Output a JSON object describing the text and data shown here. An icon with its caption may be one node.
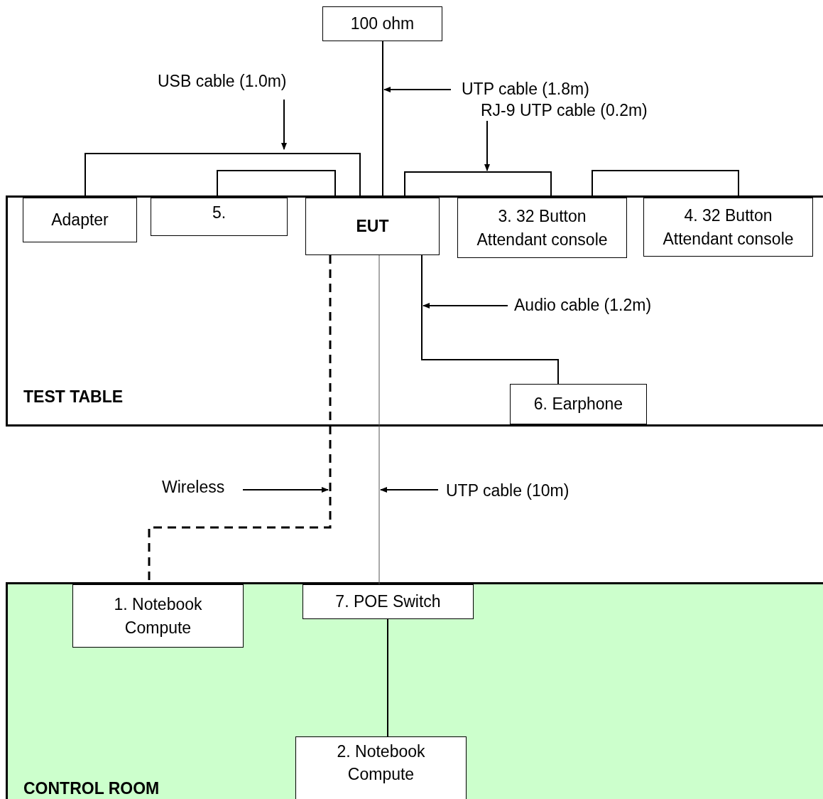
{
  "diagram": {
    "nodes": [
      {
        "text": [
          "TEST TABLE"
        ]
      },
      {
        "text": [
          "100 ohm"
        ]
      },
      {
        "text": [
          "Adapter"
        ],
        "in": 0
      },
      {
        "text": [
          "5."
        ],
        "in": 0
      },
      {
        "text": [
          "EUT"
        ],
        "in": 0
      },
      {
        "text": [
          "3. 32 Button Attendant console"
        ],
        "in": 0
      },
      {
        "text": [
          "4. 32 Button Attendant console"
        ],
        "in": 0
      },
      {
        "text": [
          "6. Earphone"
        ],
        "in": 0
      },
      {
        "text": [
          "CONTROL ROOM"
        ]
      },
      {
        "text": [
          "1. Notebook Compute"
        ],
        "in": 8
      },
      {
        "text": [
          "7. POE Switch"
        ],
        "in": 8
      },
      {
        "text": [
          "2. Notebook Compute"
        ],
        "in": 8
      }
    ],
    "edges": [
      {
        "from": 1,
        "to": 4,
        "arrow": "none",
        "label": "UTP cable (1.8m)"
      },
      {
        "from": 2,
        "to": 4,
        "arrow": "none",
        "label": "USB cable (1.0m)"
      },
      {
        "from": 3,
        "to": 4,
        "arrow": "none"
      },
      {
        "from": 4,
        "to": 5,
        "arrow": "none",
        "label": "RJ-9 UTP cable (0.2m)"
      },
      {
        "from": 5,
        "to": 6,
        "arrow": "none"
      },
      {
        "from": 4,
        "to": 7,
        "arrow": "none",
        "label": "Audio cable (1.2m)"
      },
      {
        "from": 4,
        "to": 10,
        "arrow": "none",
        "label": "UTP cable (10m)"
      },
      {
        "from": 4,
        "to": 9,
        "arrow": "none",
        "label": "Wireless",
        "style": "dashed"
      },
      {
        "from": 10,
        "to": 11,
        "arrow": "none"
      }
    ]
  }
}
